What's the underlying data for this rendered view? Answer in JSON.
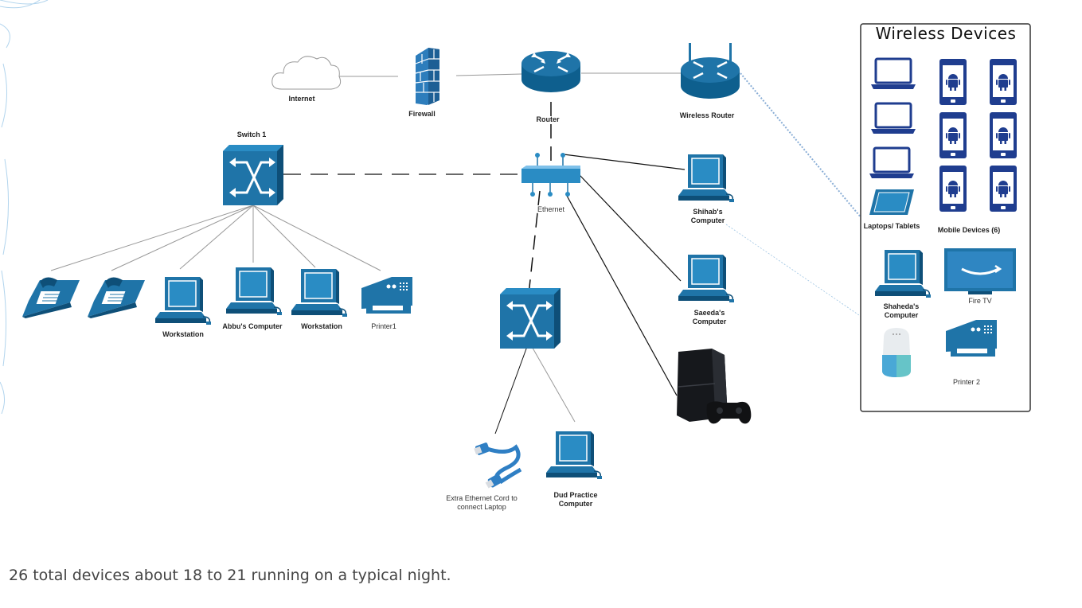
{
  "wireless_panel": {
    "title": "Wireless Devices",
    "laptops_label": "Laptops/ Tablets",
    "mobile_label": "Mobile Devices (6)",
    "shaheda_label": "Shaheda's\nComputer",
    "firetv_label": "Fire TV",
    "printer2_label": "Printer 2"
  },
  "nodes": {
    "internet": "Internet",
    "firewall": "Firewall",
    "router": "Router",
    "wireless_router": "Wireless Router",
    "switch1": "Switch 1",
    "ethernet": "Ethernet",
    "shihab": "Shihab's\nComputer",
    "saeeda": "Saeeda's\nComputer",
    "workstation1": "Workstation",
    "abbu": "Abbu's Computer",
    "workstation2": "Workstation",
    "printer1": "Printer1",
    "extra_cord": "Extra Ethernet Cord to\nconnect Laptop",
    "dud": "Dud Practice\nComputer"
  },
  "caption": "26 total devices about 18 to 21 running on a typical night.",
  "colors": {
    "device_blue": "#1f74a8",
    "device_dark": "#0e4f78",
    "phone_navy": "#1f3d8f",
    "firewall_blue": "#2d7dbc",
    "line_gray": "#999999",
    "line_black": "#111111"
  },
  "icons": [
    "cloud-icon",
    "firewall-icon",
    "router-icon",
    "wireless-router-icon",
    "switch-icon",
    "ethernet-hub-icon",
    "computer-icon",
    "laptop-icon",
    "tablet-icon",
    "android-phone-icon",
    "ip-phone-icon",
    "printer-icon",
    "fire-tv-icon",
    "smart-speaker-icon",
    "game-console-icon",
    "ethernet-cable-icon"
  ]
}
